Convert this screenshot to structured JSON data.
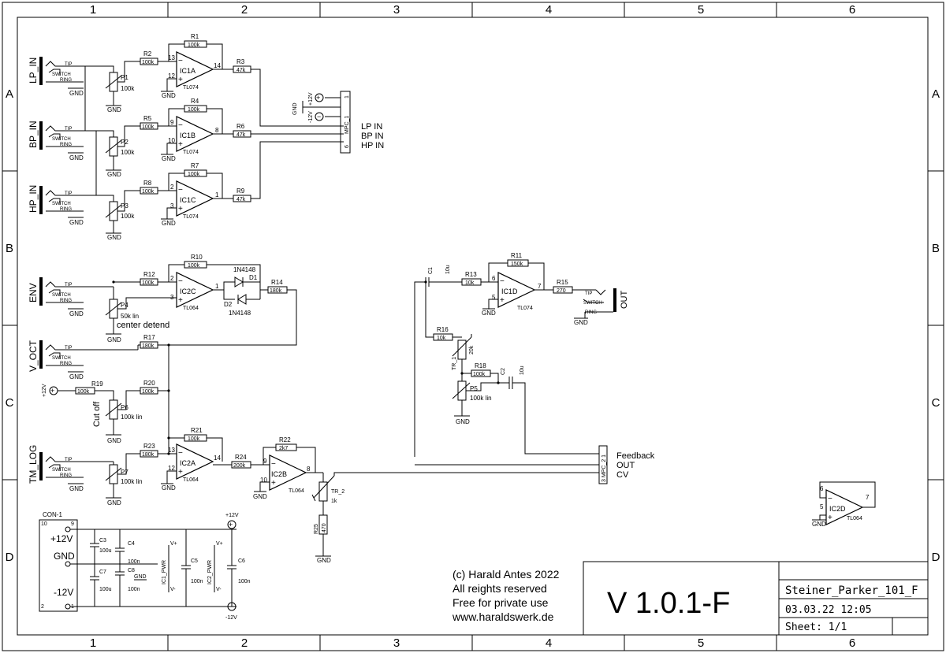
{
  "frame": {
    "cols": [
      "1",
      "2",
      "3",
      "4",
      "5",
      "6"
    ],
    "rows": [
      "A",
      "B",
      "C",
      "D"
    ]
  },
  "jacks": [
    {
      "name": "LP_IN"
    },
    {
      "name": "BP_IN"
    },
    {
      "name": "HP_IN"
    },
    {
      "name": "ENV"
    },
    {
      "name": "V_OCT"
    },
    {
      "name": "TM_LOG"
    }
  ],
  "jack_pins": {
    "tip": "TIP",
    "switch": "SWITCH",
    "ring": "RING"
  },
  "gnd": "GND",
  "resistors": {
    "R1": "100k",
    "R2": "100k",
    "R3": "47k",
    "R4": "100k",
    "R5": "100k",
    "R6": "47k",
    "R7": "100k",
    "R8": "100k",
    "R9": "47k",
    "R10": "100k",
    "R11": "150k",
    "R12": "100k",
    "R13": "10k",
    "R14": "180k",
    "R15": "270",
    "R16": "10k",
    "R17": "180k",
    "R18": "100k",
    "R19": "100k",
    "R20": "100k",
    "R21": "100k",
    "R22": "2k7",
    "R23": "180k",
    "R24": "200k",
    "R25": "470"
  },
  "pots": {
    "P1": "100k",
    "P2": "100k",
    "P3": "100k",
    "P4": "50k lin",
    "P5": "100k lin",
    "P6": "100k lin",
    "P7": "100k lin"
  },
  "pot_notes": {
    "P4": "center detend",
    "P6": "Cut off"
  },
  "trimmers": {
    "TR_1": "20k",
    "TR_2": "1k"
  },
  "opamps": {
    "IC1A": "TL074",
    "IC1B": "TL074",
    "IC1C": "TL074",
    "IC1D": "TL074",
    "IC2A": "TL064",
    "IC2B": "TL064",
    "IC2C": "TL064",
    "IC2D": "TL064"
  },
  "diodes": {
    "D1": "1N4148",
    "D2": "1N4148"
  },
  "caps": {
    "C1": "10u",
    "C2": "10u",
    "C3": "100u",
    "C4": "100n",
    "C5": "100n",
    "C6": "100n",
    "C7": "100u",
    "C8": "100n"
  },
  "mpc1": {
    "name": "MPC_1",
    "labels": [
      "LP IN",
      "BP IN",
      "HP IN"
    ],
    "supply": [
      "GND",
      "+12V",
      "-12V"
    ]
  },
  "mpc2": {
    "name": "MPC_2",
    "labels": [
      "Feedback",
      "OUT",
      "CV"
    ]
  },
  "out_label": "OUT",
  "power": {
    "con": "CON-1",
    "plus": "+12V",
    "gnd": "GND",
    "minus": "-12V",
    "ic1": "IC1_PWR",
    "ic2": "IC2_PWR",
    "vplus": "V+",
    "vminus": "V-"
  },
  "copyright": [
    "(c) Harald Antes 2022",
    "All reights reserved",
    "Free for private use",
    "www.haraldswerk.de"
  ],
  "title_block": {
    "version": "V 1.0.1-F",
    "name": "Steiner_Parker_101_F",
    "date": "03.03.22 12:05",
    "sheet": "Sheet: 1/1"
  }
}
